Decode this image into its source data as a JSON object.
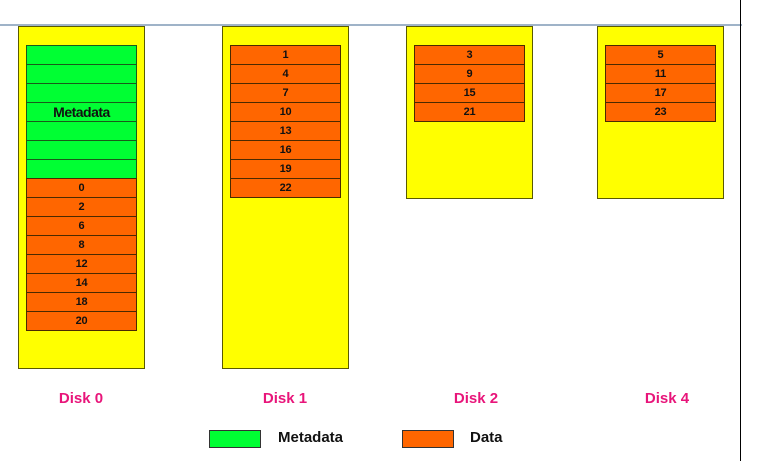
{
  "colors": {
    "disk_fill": "#ffff00",
    "metadata_fill": "#00ff33",
    "data_fill": "#ff6600",
    "disk_label_color": "#e8157a"
  },
  "disks": [
    {
      "label": "Disk 0",
      "metadata_rows": 7,
      "metadata_label": "Metadata",
      "blocks": [
        "0",
        "2",
        "6",
        "8",
        "12",
        "14",
        "18",
        "20"
      ]
    },
    {
      "label": "Disk 1",
      "blocks": [
        "1",
        "4",
        "7",
        "10",
        "13",
        "16",
        "19",
        "22"
      ]
    },
    {
      "label": "Disk 2",
      "blocks": [
        "3",
        "9",
        "15",
        "21"
      ]
    },
    {
      "label": "Disk 4",
      "blocks": [
        "5",
        "11",
        "17",
        "23"
      ]
    }
  ],
  "legend": {
    "metadata_label": "Metadata",
    "data_label": "Data"
  }
}
